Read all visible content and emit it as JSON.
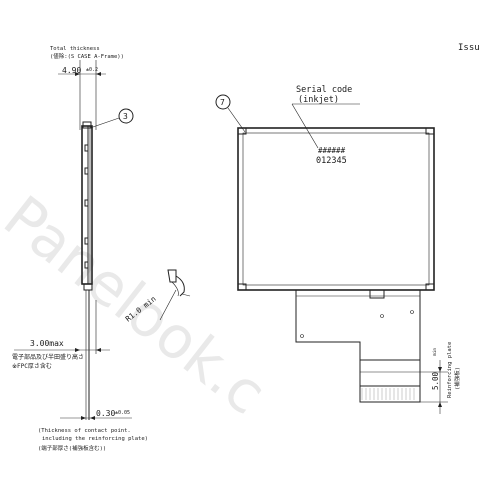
{
  "header": {
    "issue_label": "Issue"
  },
  "watermark": {
    "text": "Panelook.c"
  },
  "side_view": {
    "total_thickness_label": "Total thickness",
    "total_thickness_sub": "(値除:(S CASE A-Frame))",
    "total_thickness_value": "4.90",
    "total_thickness_tol": "±0.2",
    "callout_number": "3",
    "fpc_dim_value": "3.00max",
    "fpc_note_1": "電子部品及び半田盛り高さ",
    "fpc_note_2": "※FPC厚さ含む",
    "contact_dim_value": "0.30",
    "contact_dim_tol": "±0.05",
    "contact_note_1": "(Thickness of contact point.",
    "contact_note_2": "including the reinforcing plate)",
    "contact_note_3": "(端子部厚さ(補強板含む))"
  },
  "bend": {
    "radius_label": "R1.0 min"
  },
  "front_view": {
    "callout_number": "7",
    "serial_label_1": "Serial code",
    "serial_label_2": "(inkjet)",
    "serial_mask": "######",
    "serial_number": "012345",
    "reinforce_dim_value": "5.00",
    "reinforce_dim_tol": "min",
    "reinforce_label": "Reinforcing plate",
    "reinforce_label_jp": "(補強板)"
  }
}
